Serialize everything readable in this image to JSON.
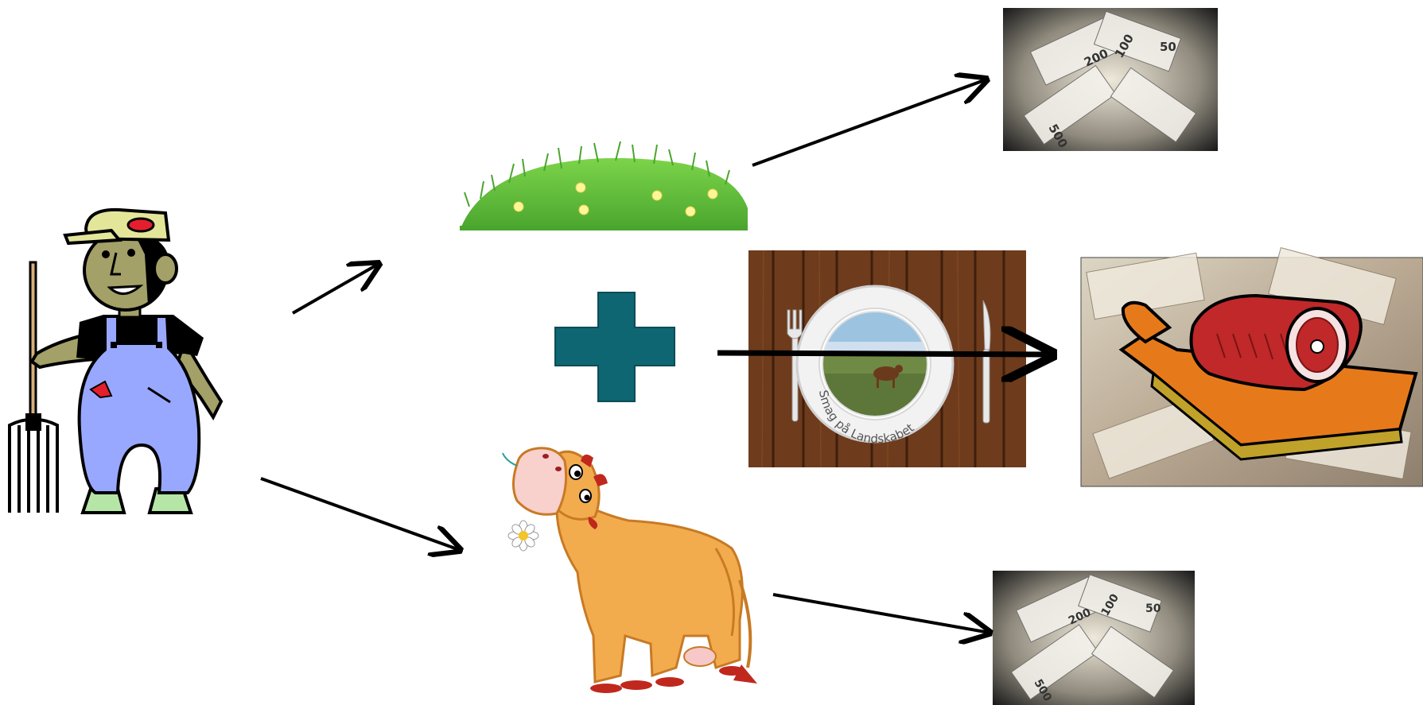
{
  "diagram": {
    "plate_caption": "Smag på Landskabet",
    "money_prints": [
      "50",
      "200",
      "100",
      "500",
      "50",
      "200",
      "100",
      "500"
    ],
    "colors": {
      "plus": "#0e6672",
      "grass": "#5fb83a",
      "cow": "#f2ac4e",
      "overalls": "#99a8ff",
      "skin": "#a3a068",
      "meat": "#c0282a",
      "board": "#e67a1a",
      "wood_table": "#6e3b1c"
    },
    "icons": [
      "farmer-icon",
      "grass-icon",
      "cow-icon",
      "plus-icon",
      "plate-icon",
      "money-icon",
      "meat-on-money-icon"
    ]
  }
}
